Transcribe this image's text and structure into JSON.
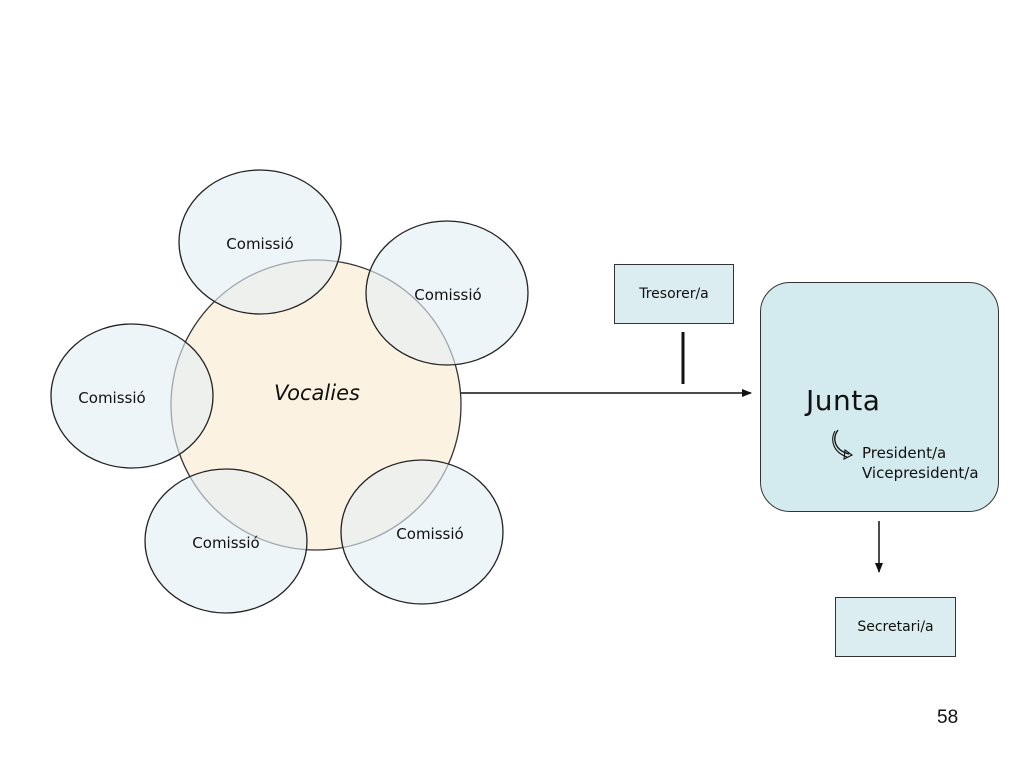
{
  "center": {
    "label": "Vocalies"
  },
  "commissions": [
    {
      "label": "Comissió"
    },
    {
      "label": "Comissió"
    },
    {
      "label": "Comissió"
    },
    {
      "label": "Comissió"
    },
    {
      "label": "Comissió"
    }
  ],
  "tresorer": {
    "label": "Tresorer/a"
  },
  "junta": {
    "title": "Junta",
    "roles": [
      "President/a",
      "Vicepresident/a"
    ]
  },
  "secretari": {
    "label": "Secretari/a"
  },
  "page_number": "58",
  "colors": {
    "center_fill": "#fbf2e2",
    "commission_fill": "#e9f3f6",
    "box_fill": "#dcedf1",
    "junta_fill": "#d3eaee",
    "stroke": "#111111"
  }
}
